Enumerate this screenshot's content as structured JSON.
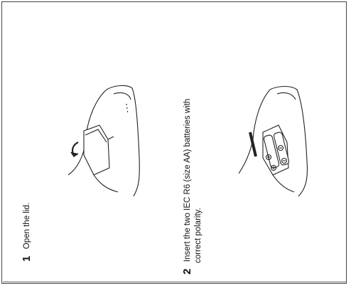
{
  "steps": [
    {
      "number": "1",
      "text": "Open the lid."
    },
    {
      "number": "2",
      "line1": "Insert the two IEC R6 (size AA) batteries with",
      "line2": "correct polarity."
    }
  ],
  "illustrations": [
    {
      "name": "remote-lid-open-illustration"
    },
    {
      "name": "battery-insert-illustration"
    }
  ]
}
